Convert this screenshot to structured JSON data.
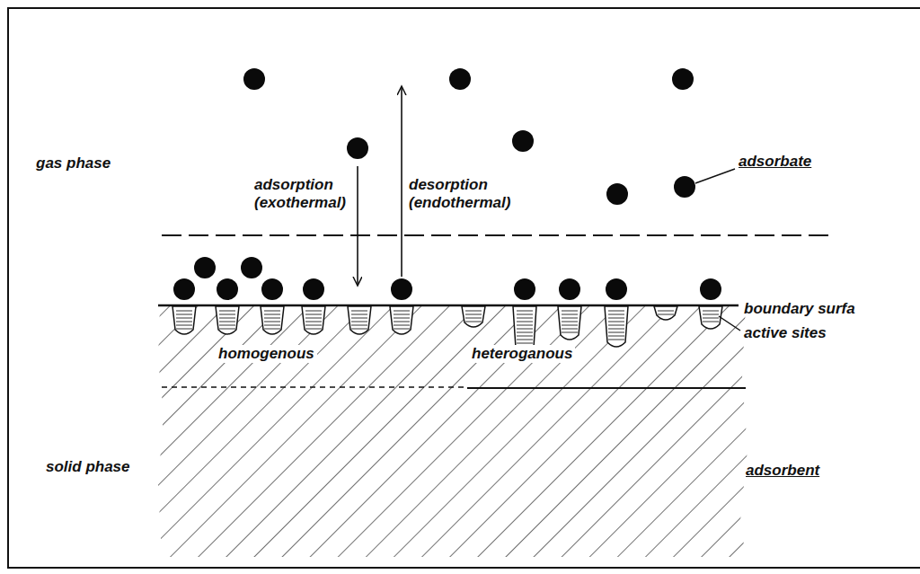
{
  "diagram": {
    "labels": [
      "gas phase",
      "adsorption (exothermal)",
      "desorption (endothermal)",
      "adsorbate",
      "boundary surfa",
      "active sites",
      "homogenous",
      "heteroganous",
      "solid phase",
      "adsorbent"
    ]
  }
}
